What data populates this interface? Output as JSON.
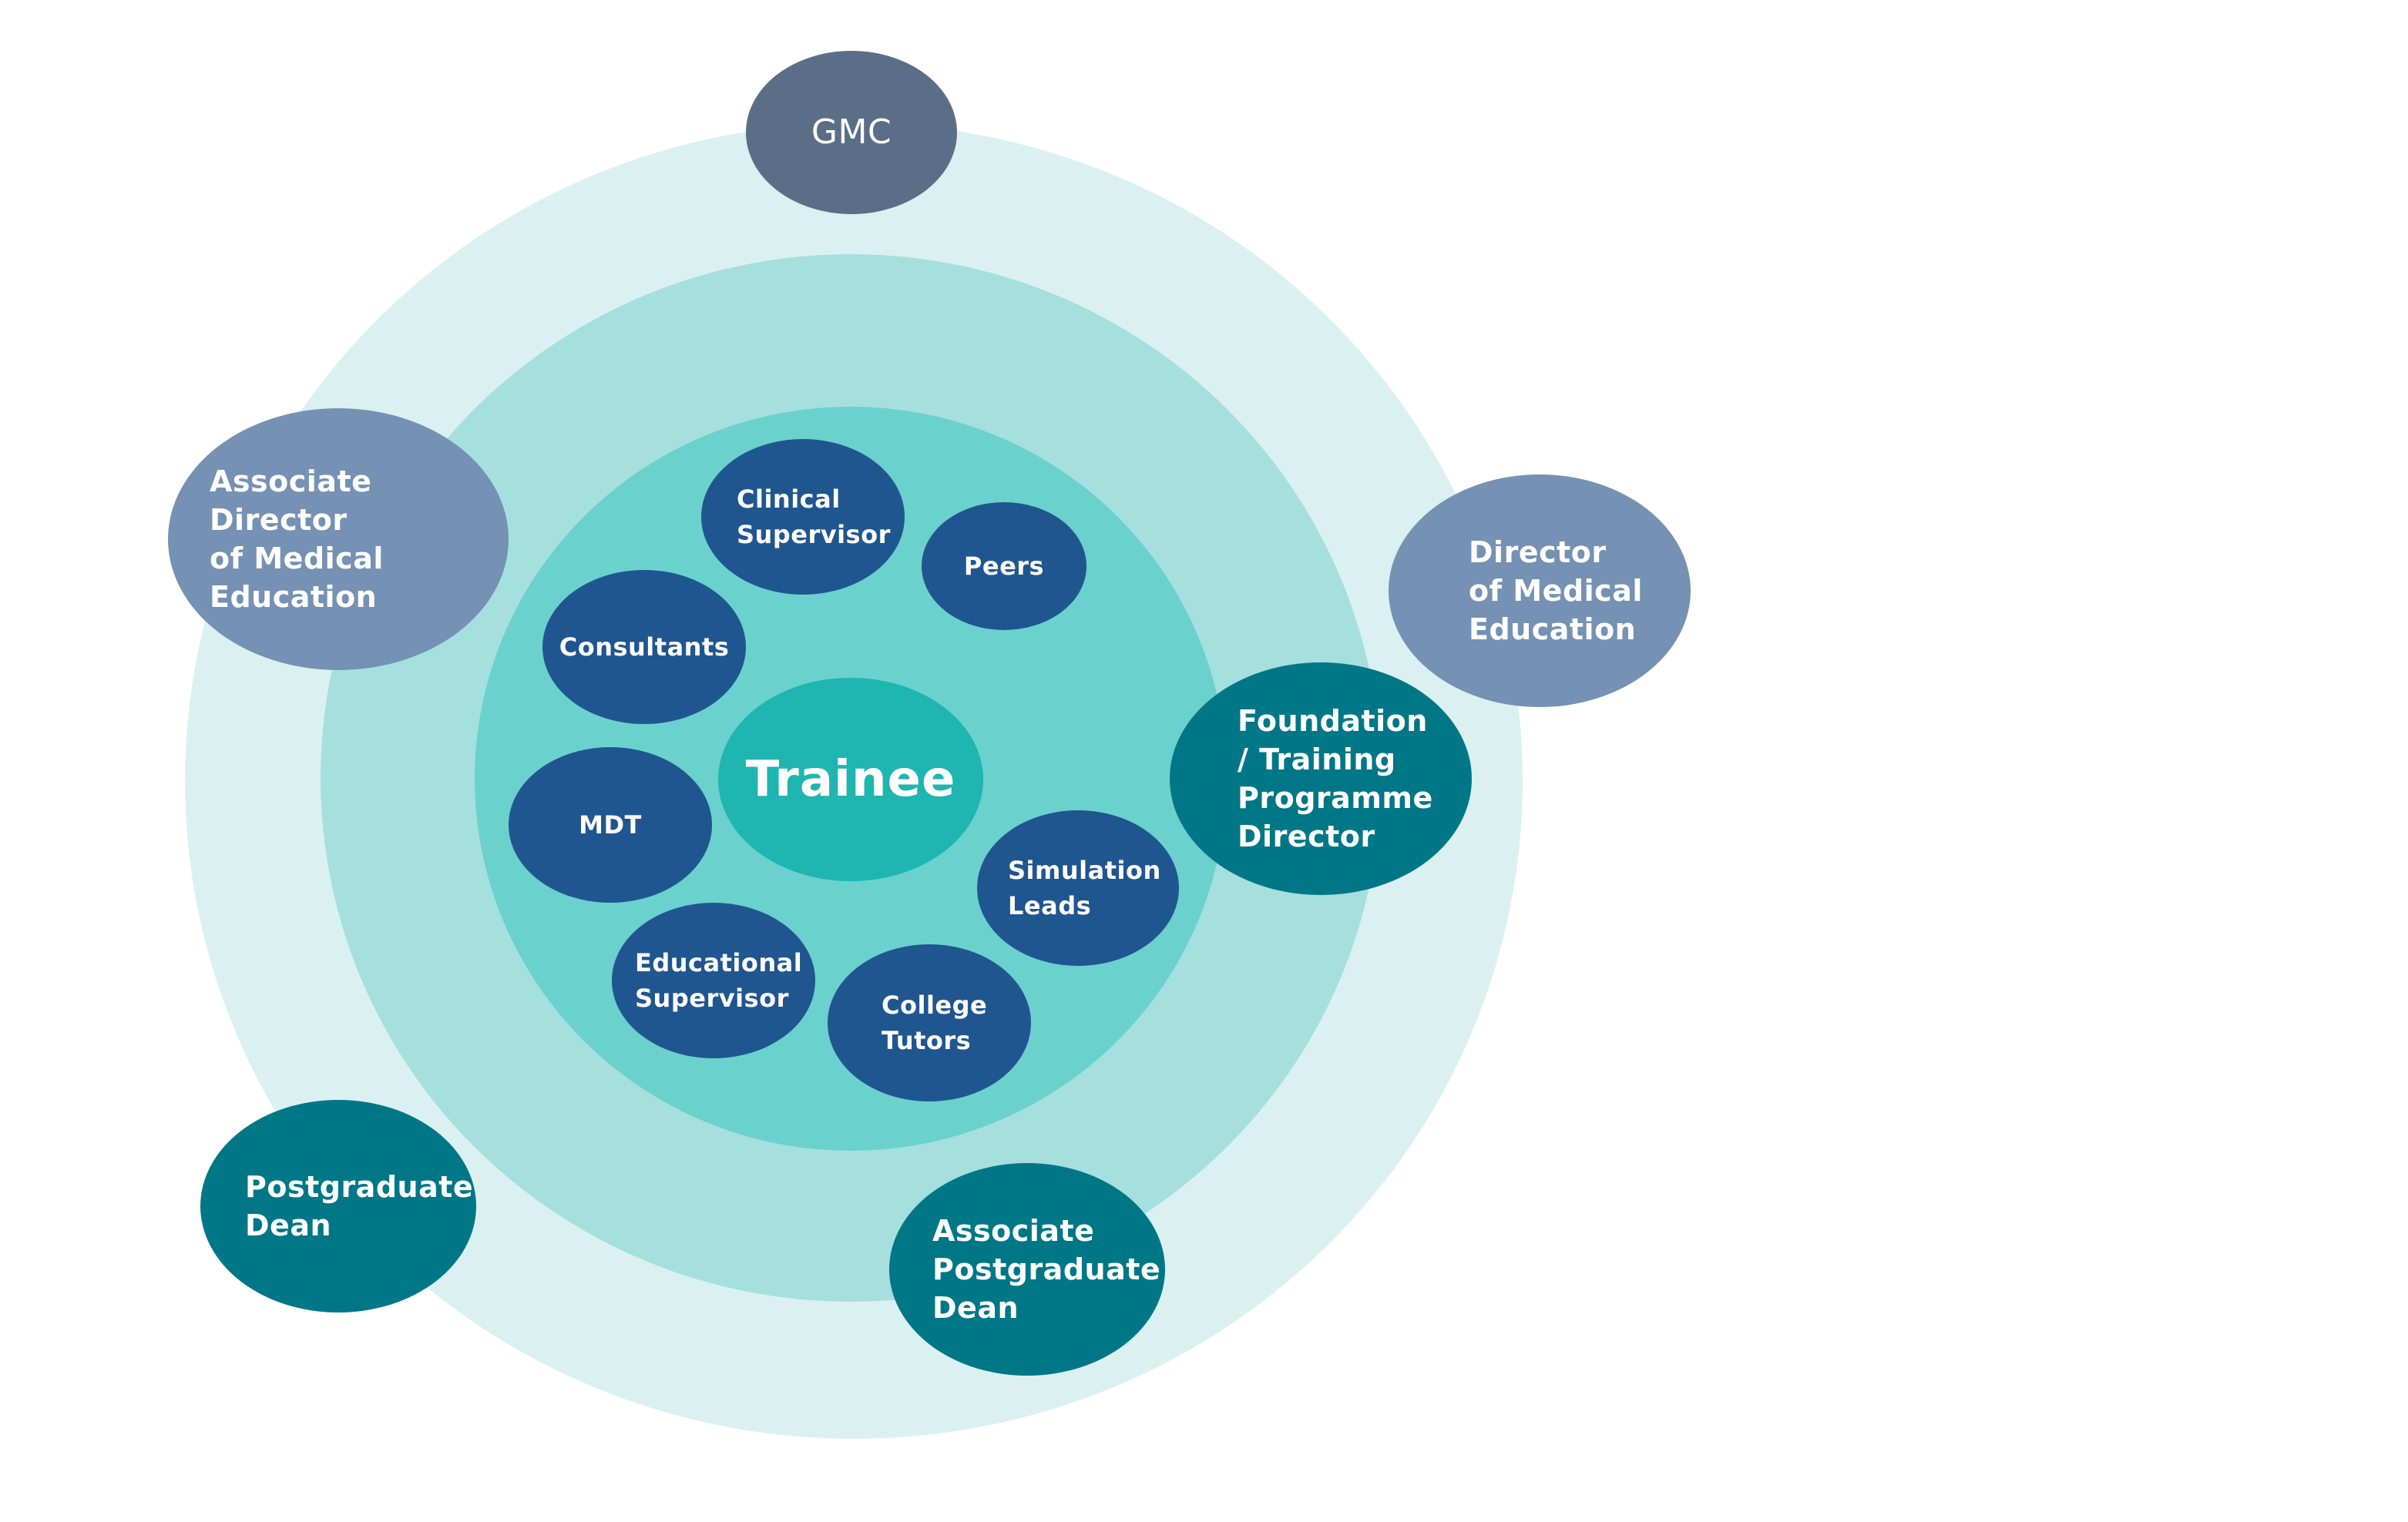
{
  "colors": {
    "ring_outer": "#dbf1f1",
    "ring_middle": "#a5e0de",
    "ring_inner": "#6bd1cd",
    "trainee": "#1fb5b1",
    "inner_nodes": "#20568f",
    "gmc": "#5b6e87",
    "grey_blue": "#7591b3",
    "teal_dark": "#007787"
  },
  "center": {
    "label": "Trainee"
  },
  "inner_circle": [
    {
      "label": "Clinical\nSupervisor"
    },
    {
      "label": "Peers"
    },
    {
      "label": "Consultants"
    },
    {
      "label": "MDT"
    },
    {
      "label": "Educational\nSupervisor"
    },
    {
      "label": "College\nTutors"
    },
    {
      "label": "Simulation\nLeads"
    }
  ],
  "outer": {
    "gmc": {
      "label": "GMC"
    },
    "associate_director": {
      "label": "Associate Director\nof Medical\nEducation"
    },
    "director": {
      "label": "Director\nof Medical\nEducation"
    },
    "programme_director": {
      "label": "Foundation\n/ Training\nProgramme\nDirector"
    },
    "postgraduate_dean": {
      "label": "Postgraduate\nDean"
    },
    "associate_postgraduate_dean": {
      "label": "Associate\nPostgraduate\nDean"
    }
  }
}
